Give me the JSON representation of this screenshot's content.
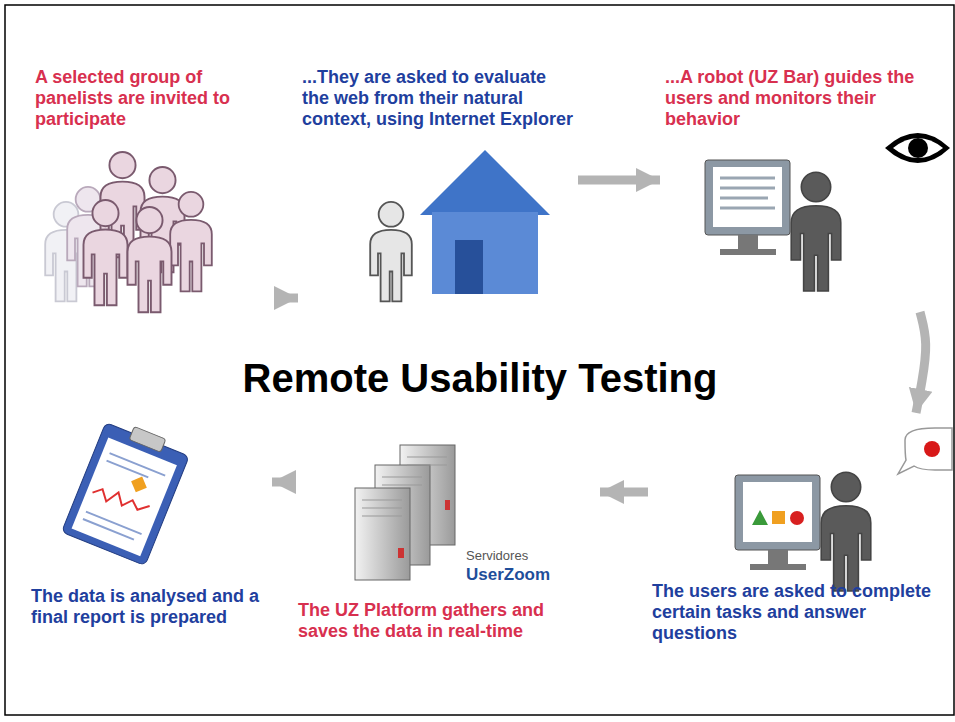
{
  "diagram": {
    "title": "Remote Usability Testing",
    "nodes": [
      {
        "text": [
          "A selected group of panelists are invited to participate"
        ]
      },
      {
        "text": [
          "...They are asked to evaluate the web from their natural context, using Internet Explorer"
        ]
      },
      {
        "text": [
          "...A robot (UZ Bar) guides the users and monitors their behavior"
        ]
      },
      {
        "text": [
          "The users are asked to complete certain tasks and answer questions"
        ]
      },
      {
        "text": [
          "The UZ Platform gathers and saves the data in real-time"
        ]
      },
      {
        "text": [
          "The data is analysed and a final report is prepared"
        ]
      }
    ],
    "edges": [
      {
        "from": 0,
        "to": 1,
        "arrow": "to"
      },
      {
        "from": 1,
        "to": 2,
        "arrow": "to"
      },
      {
        "from": 2,
        "to": 3,
        "arrow": "to"
      },
      {
        "from": 3,
        "to": 4,
        "arrow": "to"
      },
      {
        "from": 4,
        "to": 5,
        "arrow": "to"
      }
    ],
    "labels": [
      "Servidores",
      "UserZoom"
    ]
  }
}
